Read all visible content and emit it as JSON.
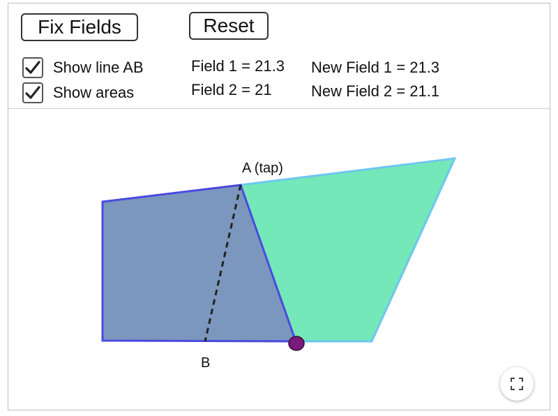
{
  "toolbar": {
    "fix_fields_label": "Fix Fields",
    "reset_label": "Reset"
  },
  "checkboxes": [
    {
      "label": "Show line AB",
      "checked": true
    },
    {
      "label": "Show areas",
      "checked": true
    }
  ],
  "fields": {
    "field1": "Field 1 = 21.3",
    "field2": "Field 2 = 21",
    "new_field1": "New Field 1 = 21.3",
    "new_field2": "New Field 2 = 21.1"
  },
  "canvas": {
    "point_a_label": "A (tap)",
    "point_b_label": "B",
    "colors": {
      "field1_fill": "#7b97bd",
      "field1_stroke": "#4a4ae0",
      "field2_fill": "#74e8b8",
      "field2_stroke": "#6ec6f0",
      "dragpoint": "#7a1a7a"
    }
  },
  "icons": {
    "checkbox_check": "check-icon",
    "fullscreen": "fullscreen-icon"
  }
}
